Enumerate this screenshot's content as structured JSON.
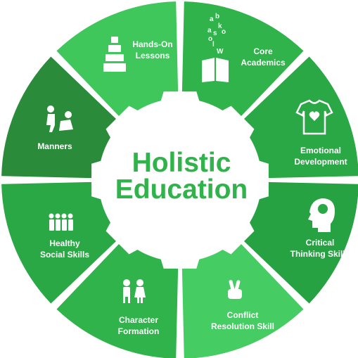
{
  "diagram": {
    "title_line1": "Holistic",
    "title_line2": "Education",
    "title_color": "#2fb34a",
    "segments": [
      {
        "lines": [
          "Hands-On",
          "Lessons"
        ],
        "color": "#3fc75c",
        "icon": "blocks-icon"
      },
      {
        "lines": [
          "Core",
          "Academics"
        ],
        "color": "#2fb34a",
        "icon": "open-book-letters-icon",
        "icon_text": "abaskolWo"
      },
      {
        "lines": [
          "Emotional",
          "Development"
        ],
        "color": "#2aa845",
        "icon": "tshirt-heart-icon"
      },
      {
        "lines": [
          "Critical",
          "Thinking Skills"
        ],
        "color": "#27a243",
        "icon": "head-brain-icon"
      },
      {
        "lines": [
          "Conflict",
          "Resolution Skill"
        ],
        "color": "#45cc62",
        "icon": "peace-hand-icon"
      },
      {
        "lines": [
          "Character",
          "Formation"
        ],
        "color": "#2fb34a",
        "icon": "children-icon"
      },
      {
        "lines": [
          "Healthy",
          "Social Skills"
        ],
        "color": "#2aa845",
        "icon": "group-people-icon"
      },
      {
        "lines": [
          "Manners"
        ],
        "color": "#2a8c3a",
        "icon": "kneeling-people-icon"
      }
    ]
  }
}
